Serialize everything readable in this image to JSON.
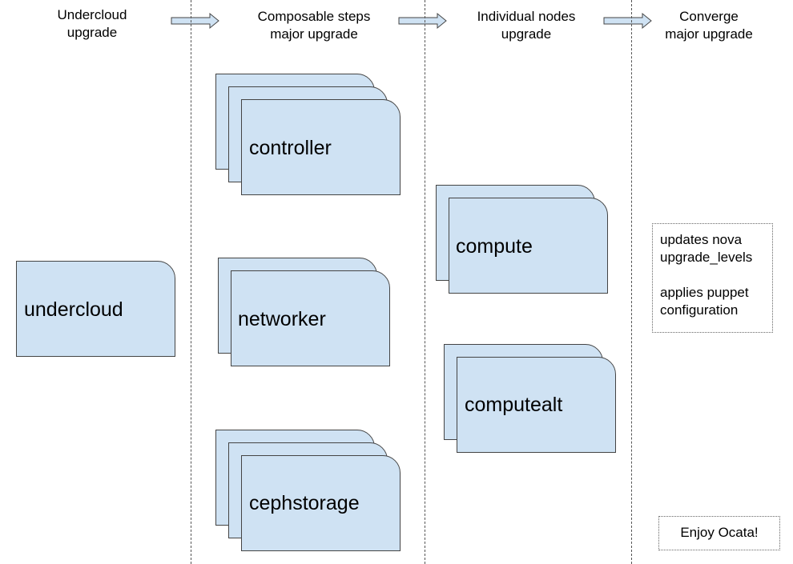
{
  "headers": {
    "undercloud": "Undercloud\nupgrade",
    "composable": "Composable steps\nmajor upgrade",
    "individual": "Individual nodes\nupgrade",
    "converge": "Converge\nmajor upgrade"
  },
  "nodes": {
    "undercloud": "undercloud",
    "controller": "controller",
    "networker": "networker",
    "cephstorage": "cephstorage",
    "compute": "compute",
    "computealt": "computealt"
  },
  "converge_note": {
    "line1": "updates nova",
    "line2": "upgrade_levels",
    "line3": "applies puppet",
    "line4": "configuration"
  },
  "footer_note": "Enjoy Ocata!",
  "colors": {
    "card_fill": "#cfe2f3",
    "card_border": "#444444",
    "divider": "#555555"
  }
}
